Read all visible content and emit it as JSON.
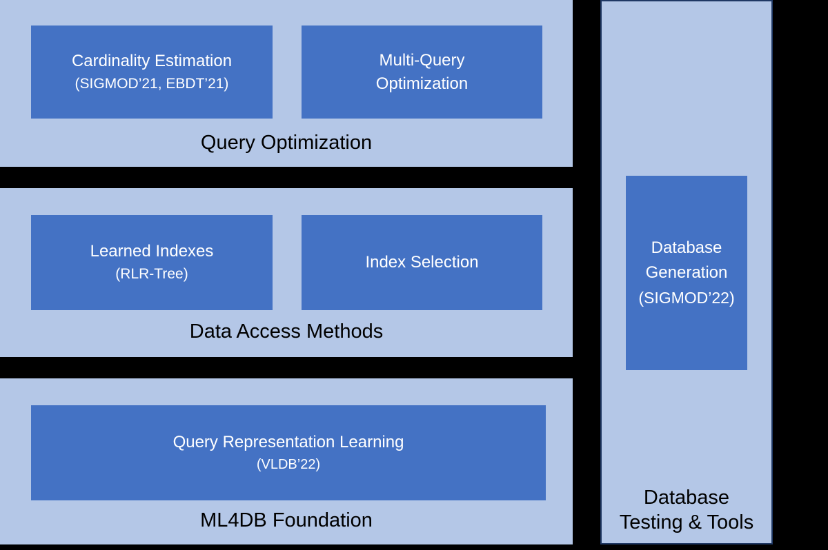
{
  "colors": {
    "background": "#000000",
    "panel": "#b4c7e7",
    "box": "#4472c4",
    "box_text": "#ffffff",
    "label_text": "#000000",
    "right_panel_border": "#1f3864"
  },
  "sections": {
    "query_optimization": {
      "label": "Query Optimization",
      "boxes": {
        "cardinality_estimation": {
          "title": "Cardinality Estimation",
          "subtitle": "(SIGMOD’21, EBDT’21)"
        },
        "multi_query_optimization": {
          "line1": "Multi-Query",
          "line2": "Optimization"
        }
      }
    },
    "data_access_methods": {
      "label": "Data Access Methods",
      "boxes": {
        "learned_indexes": {
          "title": "Learned Indexes",
          "subtitle": "(RLR-Tree)"
        },
        "index_selection": {
          "title": "Index Selection"
        }
      }
    },
    "ml4db_foundation": {
      "label": "ML4DB Foundation",
      "boxes": {
        "query_representation_learning": {
          "title": "Query Representation Learning",
          "subtitle": "(VLDB’22)"
        }
      }
    },
    "database_testing_tools": {
      "label_line1": "Database",
      "label_line2": "Testing & Tools",
      "boxes": {
        "database_generation": {
          "line1": "Database",
          "line2": "Generation",
          "line3": "(SIGMOD’22)"
        }
      }
    }
  }
}
